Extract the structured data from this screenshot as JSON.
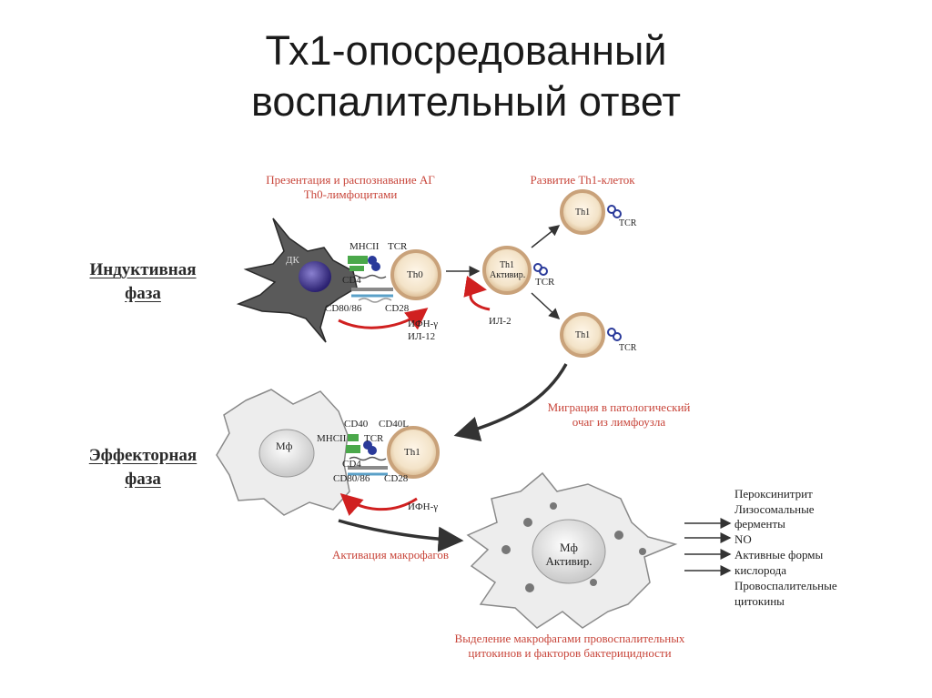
{
  "title": {
    "line1": "Тх1-опосредованный",
    "line2": "воспалительный ответ"
  },
  "phases": {
    "inductive": {
      "line1": "Индуктивная",
      "line2": "фаза"
    },
    "effector": {
      "line1": "Эффекторная",
      "line2": "фаза"
    }
  },
  "captions": {
    "presentation_l1": "Презентация и распознавание АГ",
    "presentation_l2": "Th0-лимфоцитами",
    "th1_development": "Развитие Th1-клеток",
    "migration_l1": "Миграция в патологический",
    "migration_l2": "очаг из лимфоузла",
    "macrophage_activation": "Активация макрофагов",
    "secretion_l1": "Выделение макрофагами провоспалительных",
    "secretion_l2": "цитокинов и факторов бактерицидности"
  },
  "cells": {
    "dc": "ДК",
    "th0": "Th0",
    "th1_activated_l1": "Th1",
    "th1_activated_l2": "Активир.",
    "th1": "Th1",
    "macrophage": "Мф",
    "macrophage_activated_l1": "Мф",
    "macrophage_activated_l2": "Активир."
  },
  "labels": {
    "mhc2": "МНСII",
    "tcr": "TCR",
    "cd4": "CD4",
    "cd80_86": "CD80/86",
    "cd28": "CD28",
    "cd40": "CD40",
    "cd40l": "CD40L",
    "ifn_gamma": "ИФН-γ",
    "il12": "ИЛ-12",
    "il2": "ИЛ-2"
  },
  "products": [
    "Пероксинитрит",
    "Лизосомальные",
    "ферменты",
    "NO",
    "Активные формы",
    "кислорода",
    "Провоспалительные",
    "цитокины"
  ],
  "colors": {
    "caption_red": "#c8453a",
    "cell_ring": "#c9a27a",
    "dc_nucleus": "#3a2f8a"
  }
}
